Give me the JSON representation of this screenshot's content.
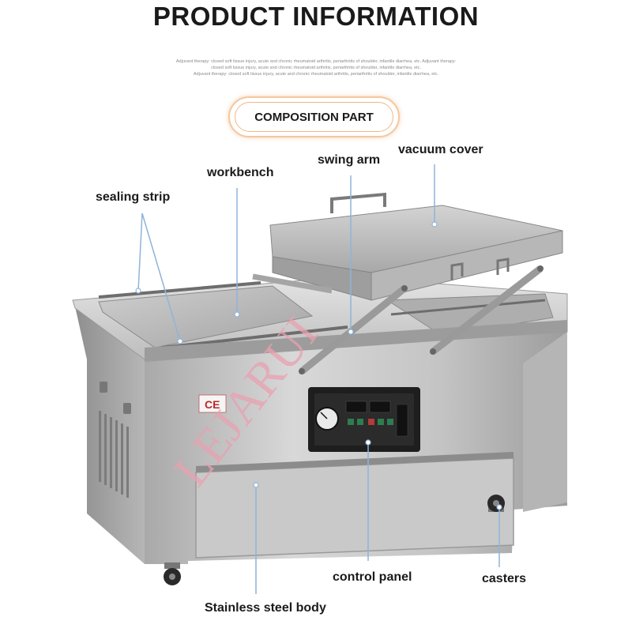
{
  "header": {
    "title": "PRODUCT INFORMATION",
    "fine_print": [
      "Adjuvant therapy: closed soft tissue injury, acute and chronic rheumatoid arthritis, periarthritis of shoulder, infantile diarrhea, etc. Adjuvant therapy:",
      "closed soft tissue injury, acute and chronic rheumatoid arthritis, periarthritis of shoulder, infantile diarrhea, etc.",
      "Adjuvant therapy: closed soft tissue injury, acute and chronic rheumatoid arthritis, periarthritis of shoulder, infantile diarrhea, etc."
    ]
  },
  "section": {
    "label": "COMPOSITION PART"
  },
  "callouts": {
    "sealing_strip": "sealing strip",
    "workbench": "workbench",
    "swing_arm": "swing arm",
    "vacuum_cover": "vacuum cover",
    "control_panel": "control panel",
    "casters": "casters",
    "stainless_steel_body": "Stainless steel body"
  },
  "machine": {
    "ce_mark": "CE",
    "watermark": "LEJARUI"
  },
  "colors": {
    "steel_light": "#d9d9d9",
    "steel_mid": "#b9b9b9",
    "steel_dark": "#8e8e8e",
    "panel_black": "#1e1e1e",
    "accent_orange": "#f0b88a",
    "watermark_pink": "#e8a0b0",
    "callout_line": "#8fb4d8"
  }
}
